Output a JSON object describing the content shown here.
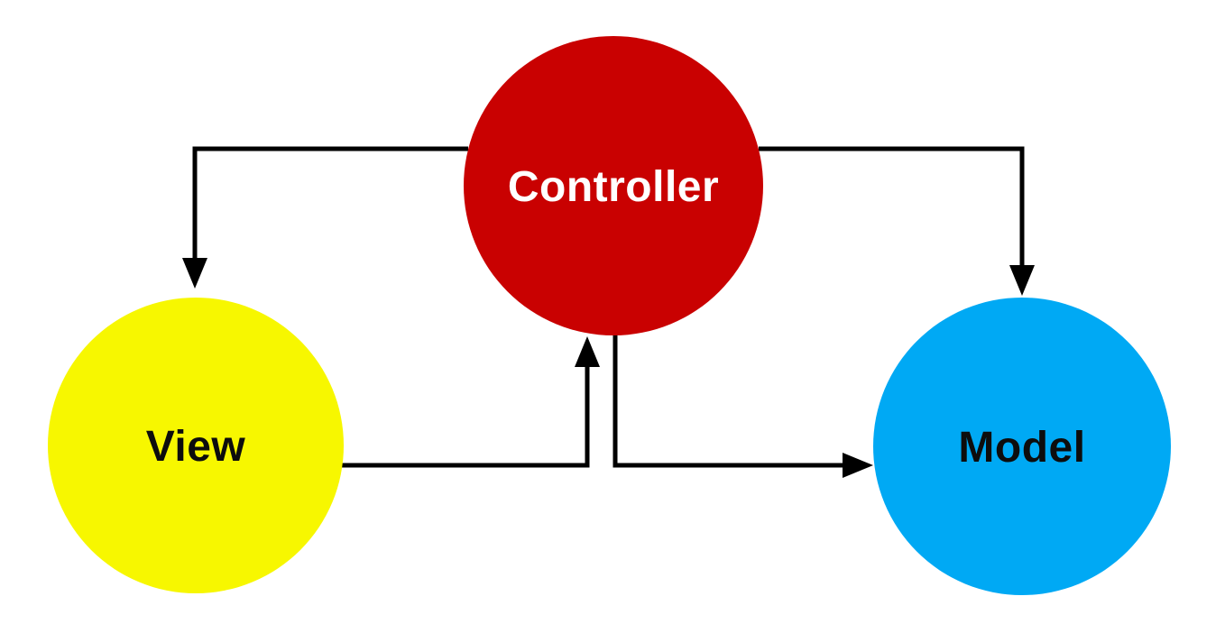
{
  "diagram": {
    "type": "flowchart",
    "subject": "Model-View-Controller pattern",
    "background": "#ffffff",
    "stroke_color": "#000000",
    "nodes": {
      "controller": {
        "label": "Controller",
        "fill": "#C90101",
        "label_color": "#FFFFFF"
      },
      "view": {
        "label": "View",
        "fill": "#F7F700",
        "label_color": "#0D0D0D"
      },
      "model": {
        "label": "Model",
        "fill": "#00A9F4",
        "label_color": "#0D0D0D"
      }
    },
    "edges": [
      {
        "id": "controller-to-view",
        "from": "Controller",
        "to": "View",
        "arrow_direction": "down"
      },
      {
        "id": "controller-to-model-top",
        "from": "Controller",
        "to": "Model",
        "arrow_direction": "down"
      },
      {
        "id": "view-to-controller",
        "from": "View",
        "to": "Controller",
        "arrow_direction": "up"
      },
      {
        "id": "controller-to-model-bottom",
        "from": "Controller",
        "to": "Model",
        "arrow_direction": "right"
      }
    ]
  }
}
